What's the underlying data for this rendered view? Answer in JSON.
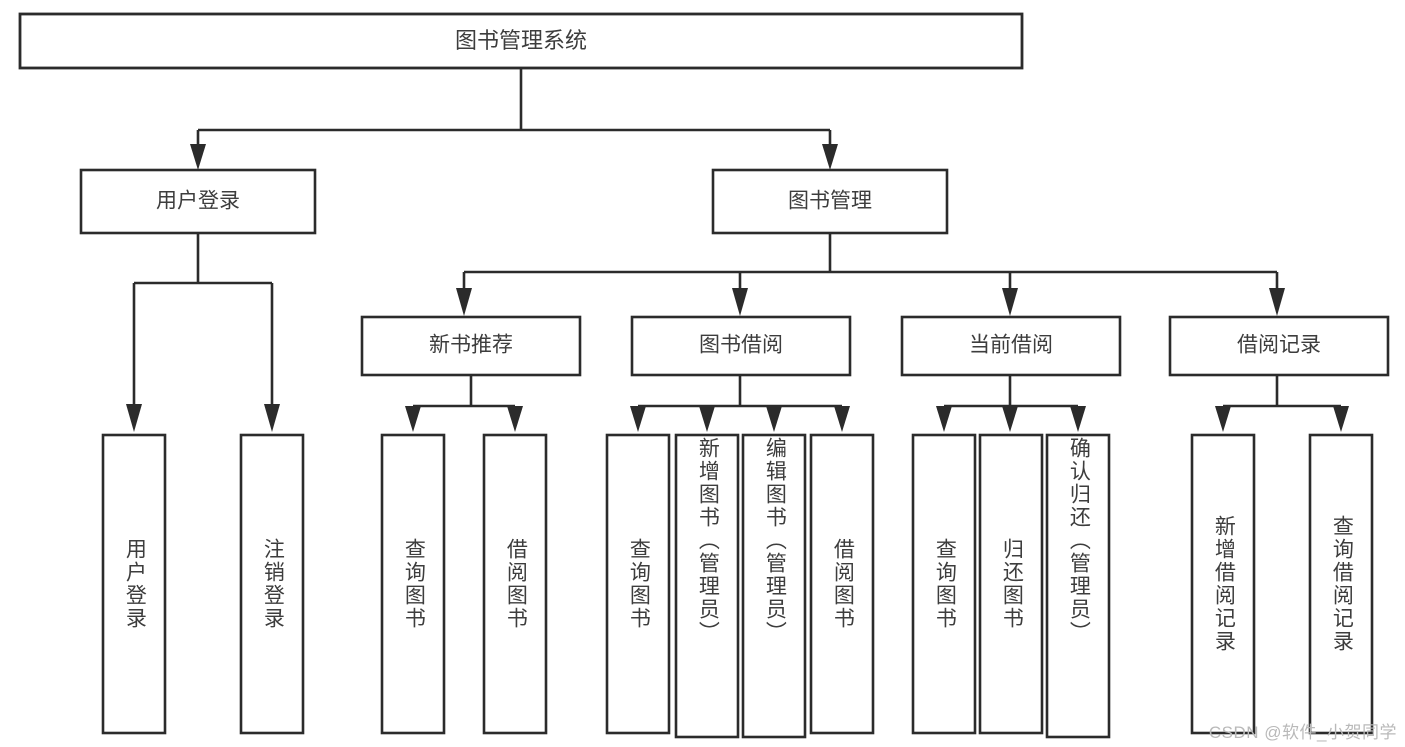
{
  "diagram": {
    "title": "图书管理系统",
    "type": "tree-hierarchy-chart",
    "stroke_color": "#2b2b2b",
    "fill_color": "#ffffff",
    "text_color": "#3d3d3d",
    "watermark": "CSDN @软件_小贺同学"
  },
  "nodes": {
    "root": {
      "label": "图书管理系统"
    },
    "level2": [
      {
        "label": "用户登录"
      },
      {
        "label": "图书管理"
      }
    ],
    "level3": [
      {
        "label": "新书推荐"
      },
      {
        "label": "图书借阅"
      },
      {
        "label": "当前借阅"
      },
      {
        "label": "借阅记录"
      }
    ],
    "leaves": {
      "user_login": [
        {
          "label": "用户登录"
        },
        {
          "label": "注销登录"
        }
      ],
      "new_book_recommend": [
        {
          "label": "查询图书"
        },
        {
          "label": "借阅图书"
        }
      ],
      "book_borrow": [
        {
          "label": "查询图书"
        },
        {
          "label": "新增图书（管理员）"
        },
        {
          "label": "编辑图书（管理员）"
        },
        {
          "label": "借阅图书"
        }
      ],
      "current_borrow": [
        {
          "label": "查询图书"
        },
        {
          "label": "归还图书"
        },
        {
          "label": "确认归还（管理员）"
        }
      ],
      "borrow_record": [
        {
          "label": "新增借阅记录"
        },
        {
          "label": "查询借阅记录"
        }
      ]
    }
  },
  "chart_data": {
    "type": "tree",
    "title": "图书管理系统",
    "root": "图书管理系统",
    "edges": [
      {
        "from": "图书管理系统",
        "to": "用户登录"
      },
      {
        "from": "图书管理系统",
        "to": "图书管理"
      },
      {
        "from": "用户登录",
        "to": "用户登录"
      },
      {
        "from": "用户登录",
        "to": "注销登录"
      },
      {
        "from": "图书管理",
        "to": "新书推荐"
      },
      {
        "from": "图书管理",
        "to": "图书借阅"
      },
      {
        "from": "图书管理",
        "to": "当前借阅"
      },
      {
        "from": "图书管理",
        "to": "借阅记录"
      },
      {
        "from": "新书推荐",
        "to": "查询图书"
      },
      {
        "from": "新书推荐",
        "to": "借阅图书"
      },
      {
        "from": "图书借阅",
        "to": "查询图书"
      },
      {
        "from": "图书借阅",
        "to": "新增图书（管理员）"
      },
      {
        "from": "图书借阅",
        "to": "编辑图书（管理员）"
      },
      {
        "from": "图书借阅",
        "to": "借阅图书"
      },
      {
        "from": "当前借阅",
        "to": "查询图书"
      },
      {
        "from": "当前借阅",
        "to": "归还图书"
      },
      {
        "from": "当前借阅",
        "to": "确认归还（管理员）"
      },
      {
        "from": "借阅记录",
        "to": "新增借阅记录"
      },
      {
        "from": "借阅记录",
        "to": "查询借阅记录"
      }
    ],
    "levels": 4
  }
}
